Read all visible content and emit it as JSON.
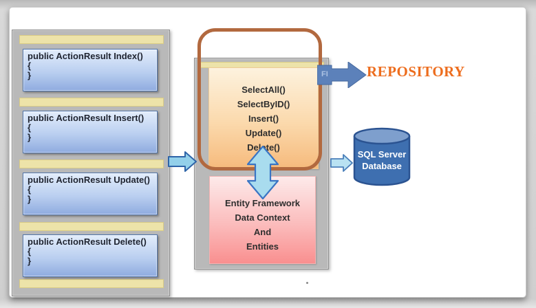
{
  "controller_panel": {
    "boxes": [
      {
        "signature": "public ActionResult Index()",
        "open": "{",
        "close": "}"
      },
      {
        "signature": "public ActionResult Insert()",
        "open": "{",
        "close": "}"
      },
      {
        "signature": "public ActionResult Update()",
        "open": "{",
        "close": "}"
      },
      {
        "signature": "public ActionResult Delete()",
        "open": "{",
        "close": "}"
      }
    ]
  },
  "repository_panel": {
    "interface_methods": [
      "SelectAll()",
      "SelectByID()",
      "Insert()",
      "Update()",
      "Delete()"
    ],
    "ef_lines": [
      "Entity Framework",
      "Data Context",
      "And",
      "Entities"
    ]
  },
  "labels": {
    "repository": "REPOSITORY",
    "arrow_tail_mark": "FI"
  },
  "database": {
    "line1": "SQL Server",
    "line2": "Database"
  },
  "colors": {
    "repository_label": "#ED6D1E",
    "scope_outline_brown": "#B2693F",
    "panel_gray": "#B9B9B9",
    "divider_yellow": "#EDE3A9",
    "code_box_blue_top": "#E3EDFB",
    "code_box_blue_bottom": "#8FABDF",
    "interface_box_orange_top": "#FDF2DE",
    "interface_box_orange_bottom": "#F6BA7C",
    "ef_box_pink_top": "#FDEAEA",
    "ef_box_pink_bottom": "#F98F8F",
    "light_arrow_fill": "#A9DCEE",
    "light_arrow_stroke": "#2E64A8",
    "repository_arrow_fill": "#5C81BA",
    "database_body": "#3E6FB0",
    "database_top": "#7E9FCD"
  }
}
